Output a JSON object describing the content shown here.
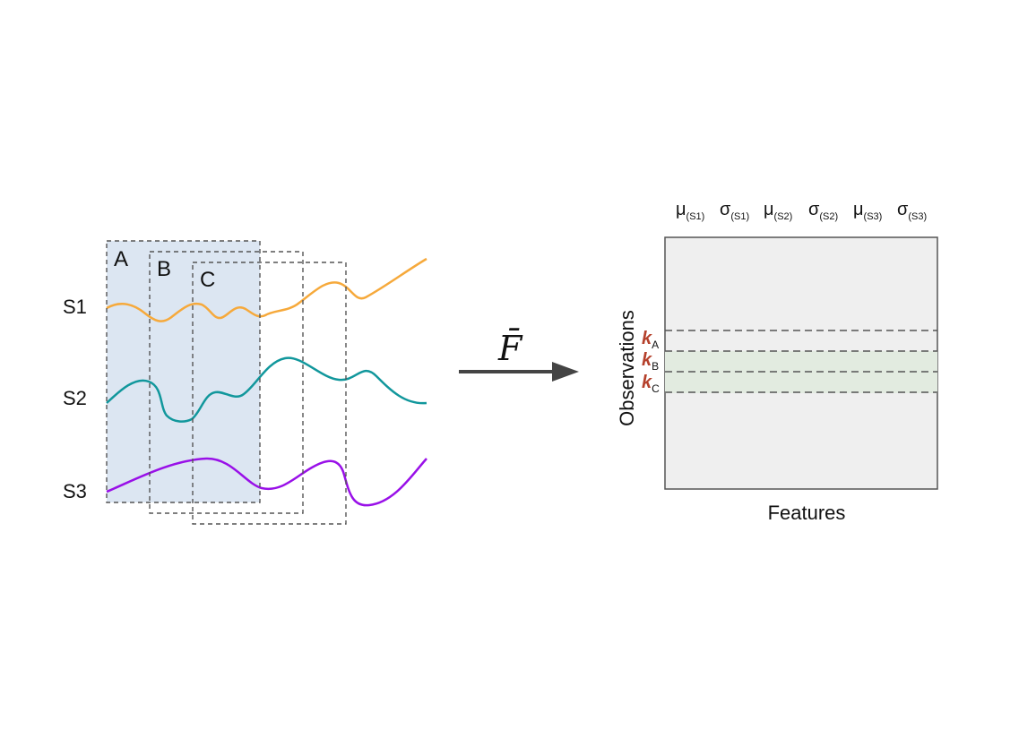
{
  "signals": {
    "labels": [
      "S1",
      "S2",
      "S3"
    ],
    "colors": [
      "#f6a93b",
      "#11979c",
      "#9910e8"
    ]
  },
  "windows": {
    "labels": [
      "A",
      "B",
      "C"
    ],
    "fill": "#dce6f2"
  },
  "operator": {
    "symbol": "F̄"
  },
  "matrix": {
    "features": [
      {
        "sym": "μ",
        "sub": "(S1)"
      },
      {
        "sym": "σ",
        "sub": "(S1)"
      },
      {
        "sym": "μ",
        "sub": "(S2)"
      },
      {
        "sym": "σ",
        "sub": "(S2)"
      },
      {
        "sym": "μ",
        "sub": "(S3)"
      },
      {
        "sym": "σ",
        "sub": "(S3)"
      }
    ],
    "row_labels": [
      {
        "k": "k",
        "sub": "A"
      },
      {
        "k": "k",
        "sub": "B"
      },
      {
        "k": "k",
        "sub": "C"
      }
    ],
    "y_label": "Observations",
    "x_label": "Features",
    "fill": "#efefef",
    "band_fill": "#e2ebe0",
    "k_color": "#b5412c"
  }
}
